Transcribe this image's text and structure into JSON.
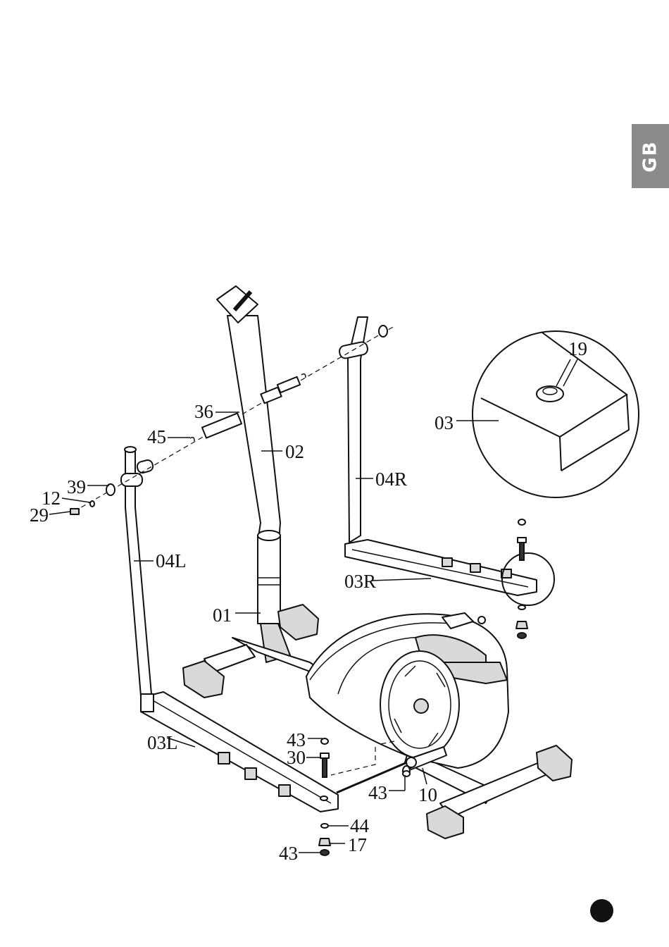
{
  "tab": {
    "label": "GB"
  },
  "parts": {
    "p01": "01",
    "p02": "02",
    "p03": "03",
    "p03L": "03L",
    "p03R": "03R",
    "p04L": "04L",
    "p04R": "04R",
    "p10": "10",
    "p12": "12",
    "p17": "17",
    "p19": "19",
    "p29": "29",
    "p30": "30",
    "p36": "36",
    "p39": "39",
    "p43a": "43",
    "p43b": "43",
    "p43c": "43",
    "p44": "44",
    "p45": "45"
  }
}
